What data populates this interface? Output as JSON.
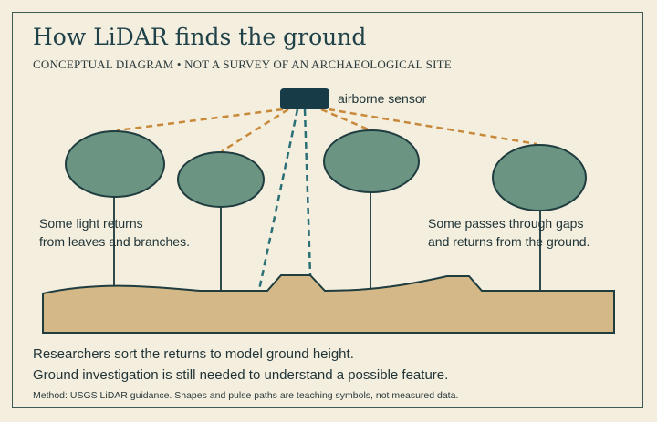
{
  "title": "How LiDAR finds the ground",
  "subtitle": "CONCEPTUAL DIAGRAM • NOT A SURVEY OF AN ARCHAEOLOGICAL SITE",
  "diagram": {
    "sensor_label": "airborne sensor",
    "left_note": [
      "Some light returns",
      "from leaves and branches."
    ],
    "right_note": [
      "Some passes through gaps",
      "and returns from the ground."
    ]
  },
  "footer": {
    "line1": "Researchers sort the returns to model ground height.",
    "line2": "Ground investigation is still needed to understand a possible feature.",
    "method": "Method: USGS LiDAR guidance. Shapes and pulse paths are teaching symbols, not measured data."
  },
  "colors": {
    "background": "#f4eedf",
    "ink": "#1f4148",
    "canopy": "#6b9482",
    "ground": "#d4b888",
    "sensor": "#173c47",
    "canopy_pulse": "#c8893a",
    "ground_pulse": "#2a6f76"
  }
}
